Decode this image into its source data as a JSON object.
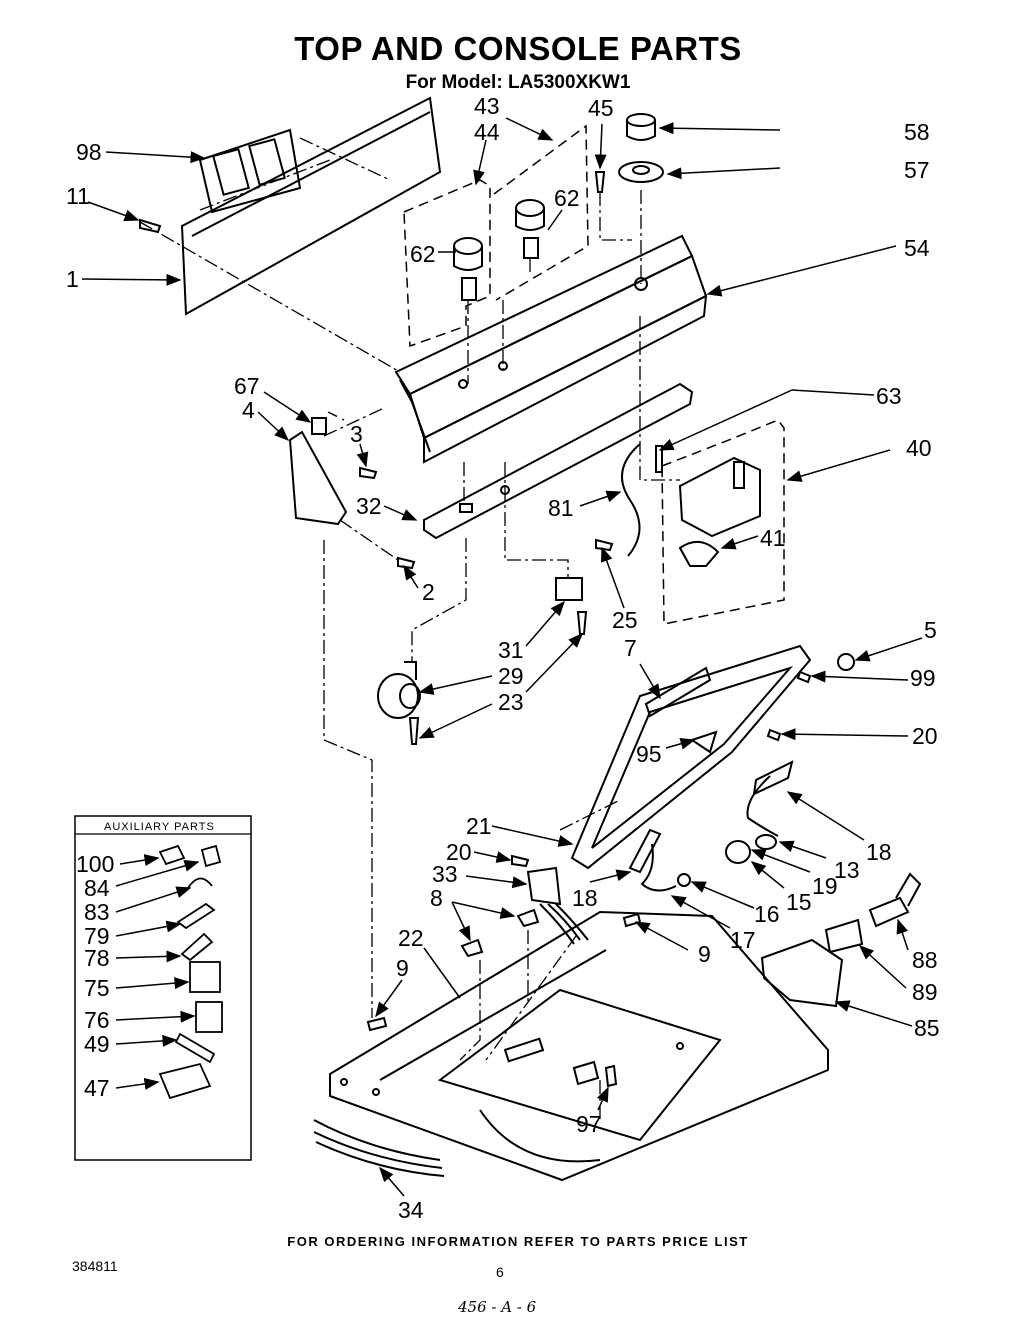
{
  "title": "TOP AND CONSOLE PARTS",
  "subtitle": "For Model: LA5300XKW1",
  "footer": "FOR ORDERING INFORMATION REFER TO PARTS PRICE LIST",
  "document_number": "384811",
  "page_number": "6",
  "handwritten_note": "456 - A - 6",
  "auxiliary_heading": "AUXILIARY PARTS",
  "callouts": [
    "98",
    "11",
    "1",
    "43",
    "44",
    "45",
    "62",
    "62",
    "58",
    "57",
    "54",
    "67",
    "4",
    "3",
    "32",
    "2",
    "63",
    "40",
    "81",
    "41",
    "25",
    "31",
    "29",
    "23",
    "23",
    "5",
    "7",
    "99",
    "20",
    "95",
    "21",
    "20",
    "18",
    "13",
    "19",
    "15",
    "18",
    "33",
    "16",
    "8",
    "17",
    "22",
    "9",
    "9",
    "88",
    "89",
    "85",
    "97",
    "34"
  ],
  "auxiliary_callouts": [
    "100",
    "84",
    "83",
    "79",
    "78",
    "75",
    "76",
    "49",
    "47"
  ]
}
